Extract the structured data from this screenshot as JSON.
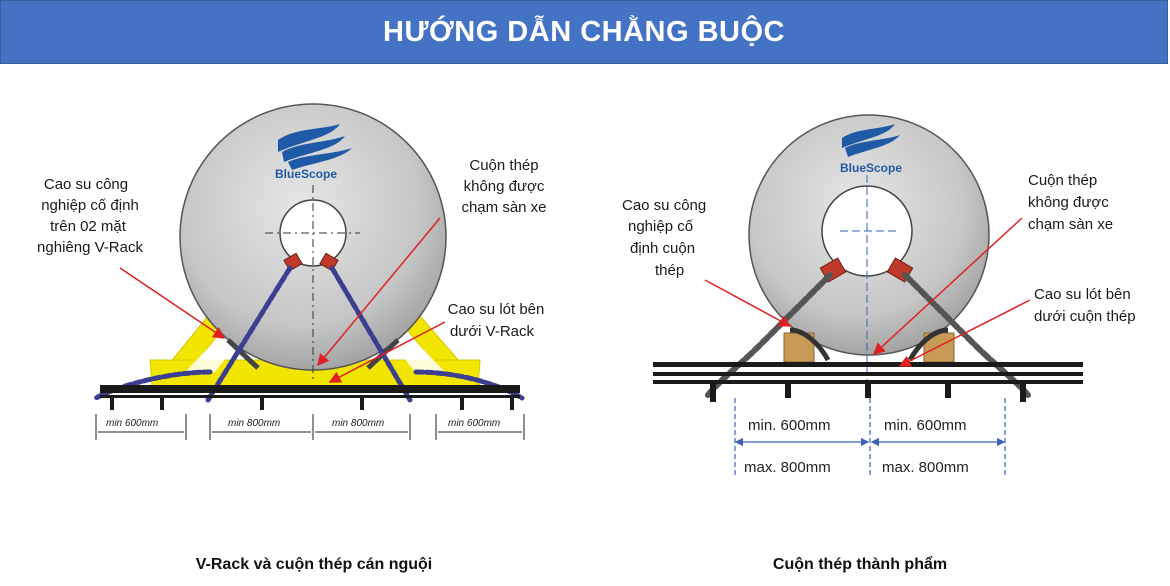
{
  "title": "HƯỚNG DẪN CHẰNG BUỘC",
  "brand": "BlueScope",
  "colors": {
    "banner": "#4472c4",
    "rack": "#f2e600",
    "chain": "#3b3f8f",
    "arrow": "#e02020",
    "dim": "#3a63b8",
    "coil": "#c8c8c8",
    "wood": "#c79a55"
  },
  "left_diagram": {
    "caption": "V-Rack và cuộn thép cán nguội",
    "labels": {
      "rubber_vrack": [
        "Cao su công",
        "nghiệp cố định",
        "trên 02 mặt",
        "nghiêng V-Rack"
      ],
      "no_touch": [
        "Cuộn thép",
        "không được",
        "chạm sàn xe"
      ],
      "pad": [
        "Cao su lót bên",
        "dưới V-Rack"
      ]
    },
    "dims": [
      "min 600mm",
      "min 800mm",
      "min 800mm",
      "min 600mm"
    ]
  },
  "right_diagram": {
    "caption": "Cuộn thép thành phẩm",
    "labels": {
      "rubber_coil": [
        "Cao su công",
        "nghiệp cố",
        "định cuộn",
        "thép"
      ],
      "no_touch": [
        "Cuộn thép",
        "không được",
        "chạm sàn xe"
      ],
      "pad": [
        "Cao su lót bên",
        "dưới cuộn thép"
      ]
    },
    "dims_min": [
      "min. 600mm",
      "min. 600mm"
    ],
    "dims_max": [
      "max. 800mm",
      "max. 800mm"
    ]
  }
}
